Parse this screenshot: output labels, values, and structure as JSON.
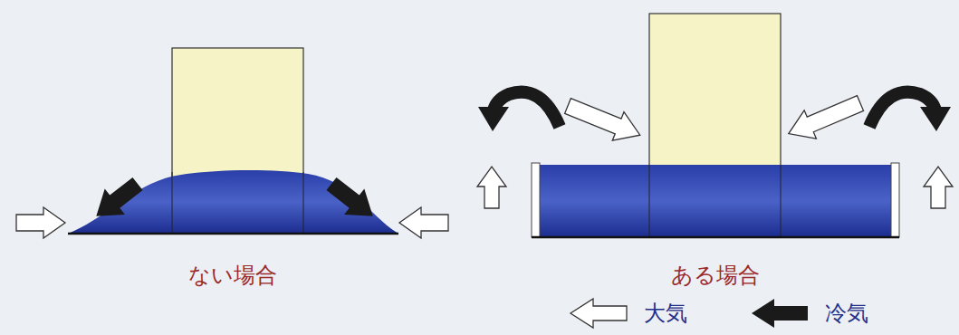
{
  "diagram": {
    "labels": [
      "ない場合",
      "ある場合"
    ],
    "legend": [
      {
        "text": "大気"
      },
      {
        "text": "冷気"
      }
    ]
  }
}
